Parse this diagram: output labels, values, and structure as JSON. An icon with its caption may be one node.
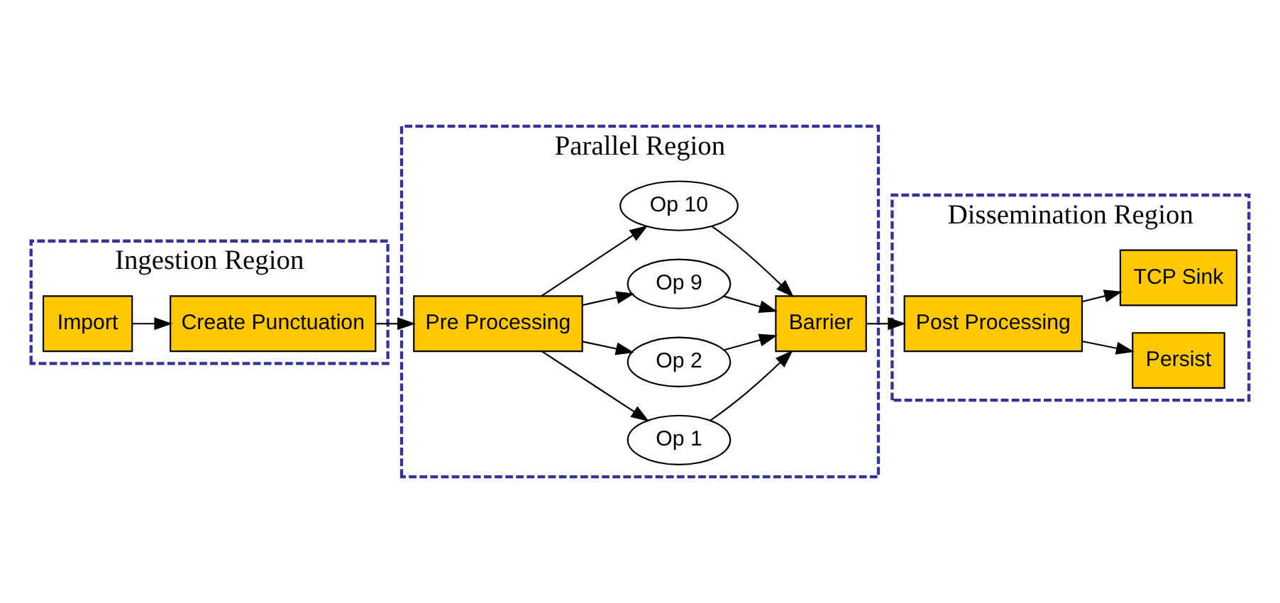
{
  "diagram": {
    "nodes": [
      {
        "text": [
          "Ingestion Region"
        ]
      },
      {
        "text": [
          "Import"
        ],
        "in": 0
      },
      {
        "text": [
          "Create Punctuation"
        ],
        "in": 0
      },
      {
        "text": [
          "Parallel Region"
        ]
      },
      {
        "text": [
          "Pre Processing"
        ],
        "in": 3
      },
      {
        "text": [
          "Op 1"
        ],
        "in": 3
      },
      {
        "text": [
          "Op 2"
        ],
        "in": 3
      },
      {
        "text": [
          "Op 9"
        ],
        "in": 3
      },
      {
        "text": [
          "Op 10"
        ],
        "in": 3
      },
      {
        "text": [
          "Barrier"
        ],
        "in": 3
      },
      {
        "text": [
          "Dissemination Region"
        ]
      },
      {
        "text": [
          "Post Processing"
        ],
        "in": 10
      },
      {
        "text": [
          "Persist"
        ],
        "in": 10
      },
      {
        "text": [
          "TCP Sink"
        ],
        "in": 10
      }
    ],
    "edges": [
      {
        "from": 1,
        "to": 2,
        "arrow": "to"
      },
      {
        "from": 2,
        "to": 4,
        "arrow": "to"
      },
      {
        "from": 4,
        "to": 5,
        "arrow": "to"
      },
      {
        "from": 4,
        "to": 6,
        "arrow": "to"
      },
      {
        "from": 4,
        "to": 7,
        "arrow": "to"
      },
      {
        "from": 4,
        "to": 8,
        "arrow": "to"
      },
      {
        "from": 5,
        "to": 9,
        "arrow": "to"
      },
      {
        "from": 6,
        "to": 9,
        "arrow": "to"
      },
      {
        "from": 7,
        "to": 9,
        "arrow": "to"
      },
      {
        "from": 8,
        "to": 9,
        "arrow": "to"
      },
      {
        "from": 9,
        "to": 11,
        "arrow": "to"
      },
      {
        "from": 11,
        "to": 12,
        "arrow": "to"
      },
      {
        "from": 11,
        "to": 13,
        "arrow": "to"
      }
    ]
  }
}
